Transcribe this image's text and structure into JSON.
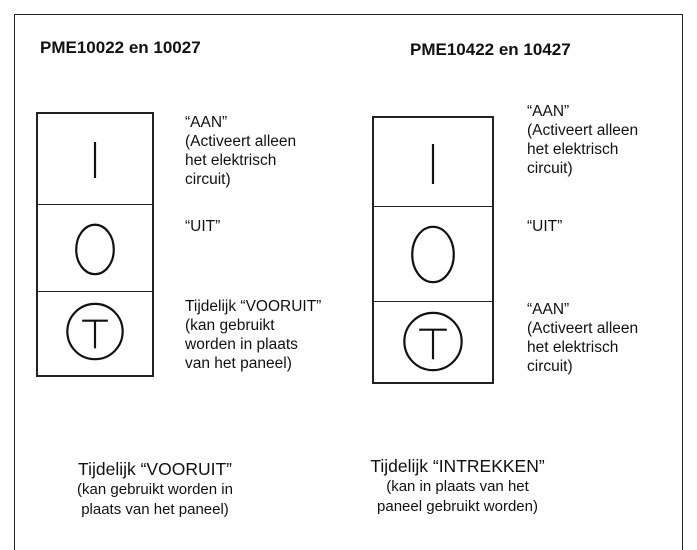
{
  "left": {
    "title": "PME10022 en 10027",
    "desc_on": "“AAN”\n(Activeert alleen\nhet elektrisch\ncircuit)",
    "desc_off": "“UIT”",
    "desc_temp": "Tijdelijk “VOORUIT”\n(kan gebruikt\nworden in plaats\nvan het paneel)",
    "caption_main": "Tijdelijk “VOORUIT”",
    "caption_sub1": "(kan gebruikt worden in",
    "caption_sub2": "plaats van het paneel)"
  },
  "right": {
    "title": "PME10422 en 10427",
    "desc_on": "“AAN”\n(Activeert alleen\nhet elektrisch\ncircuit)",
    "desc_off": "“UIT”",
    "desc_temp": "“AAN”\n(Activeert alleen\nhet elektrisch\ncircuit)",
    "caption_main": "Tijdelijk “INTREKKEN”",
    "caption_sub1": "(kan in plaats van het",
    "caption_sub2": "paneel gebruikt worden)"
  },
  "symbols": {
    "on": "I",
    "off": "O",
    "temp": "T"
  }
}
